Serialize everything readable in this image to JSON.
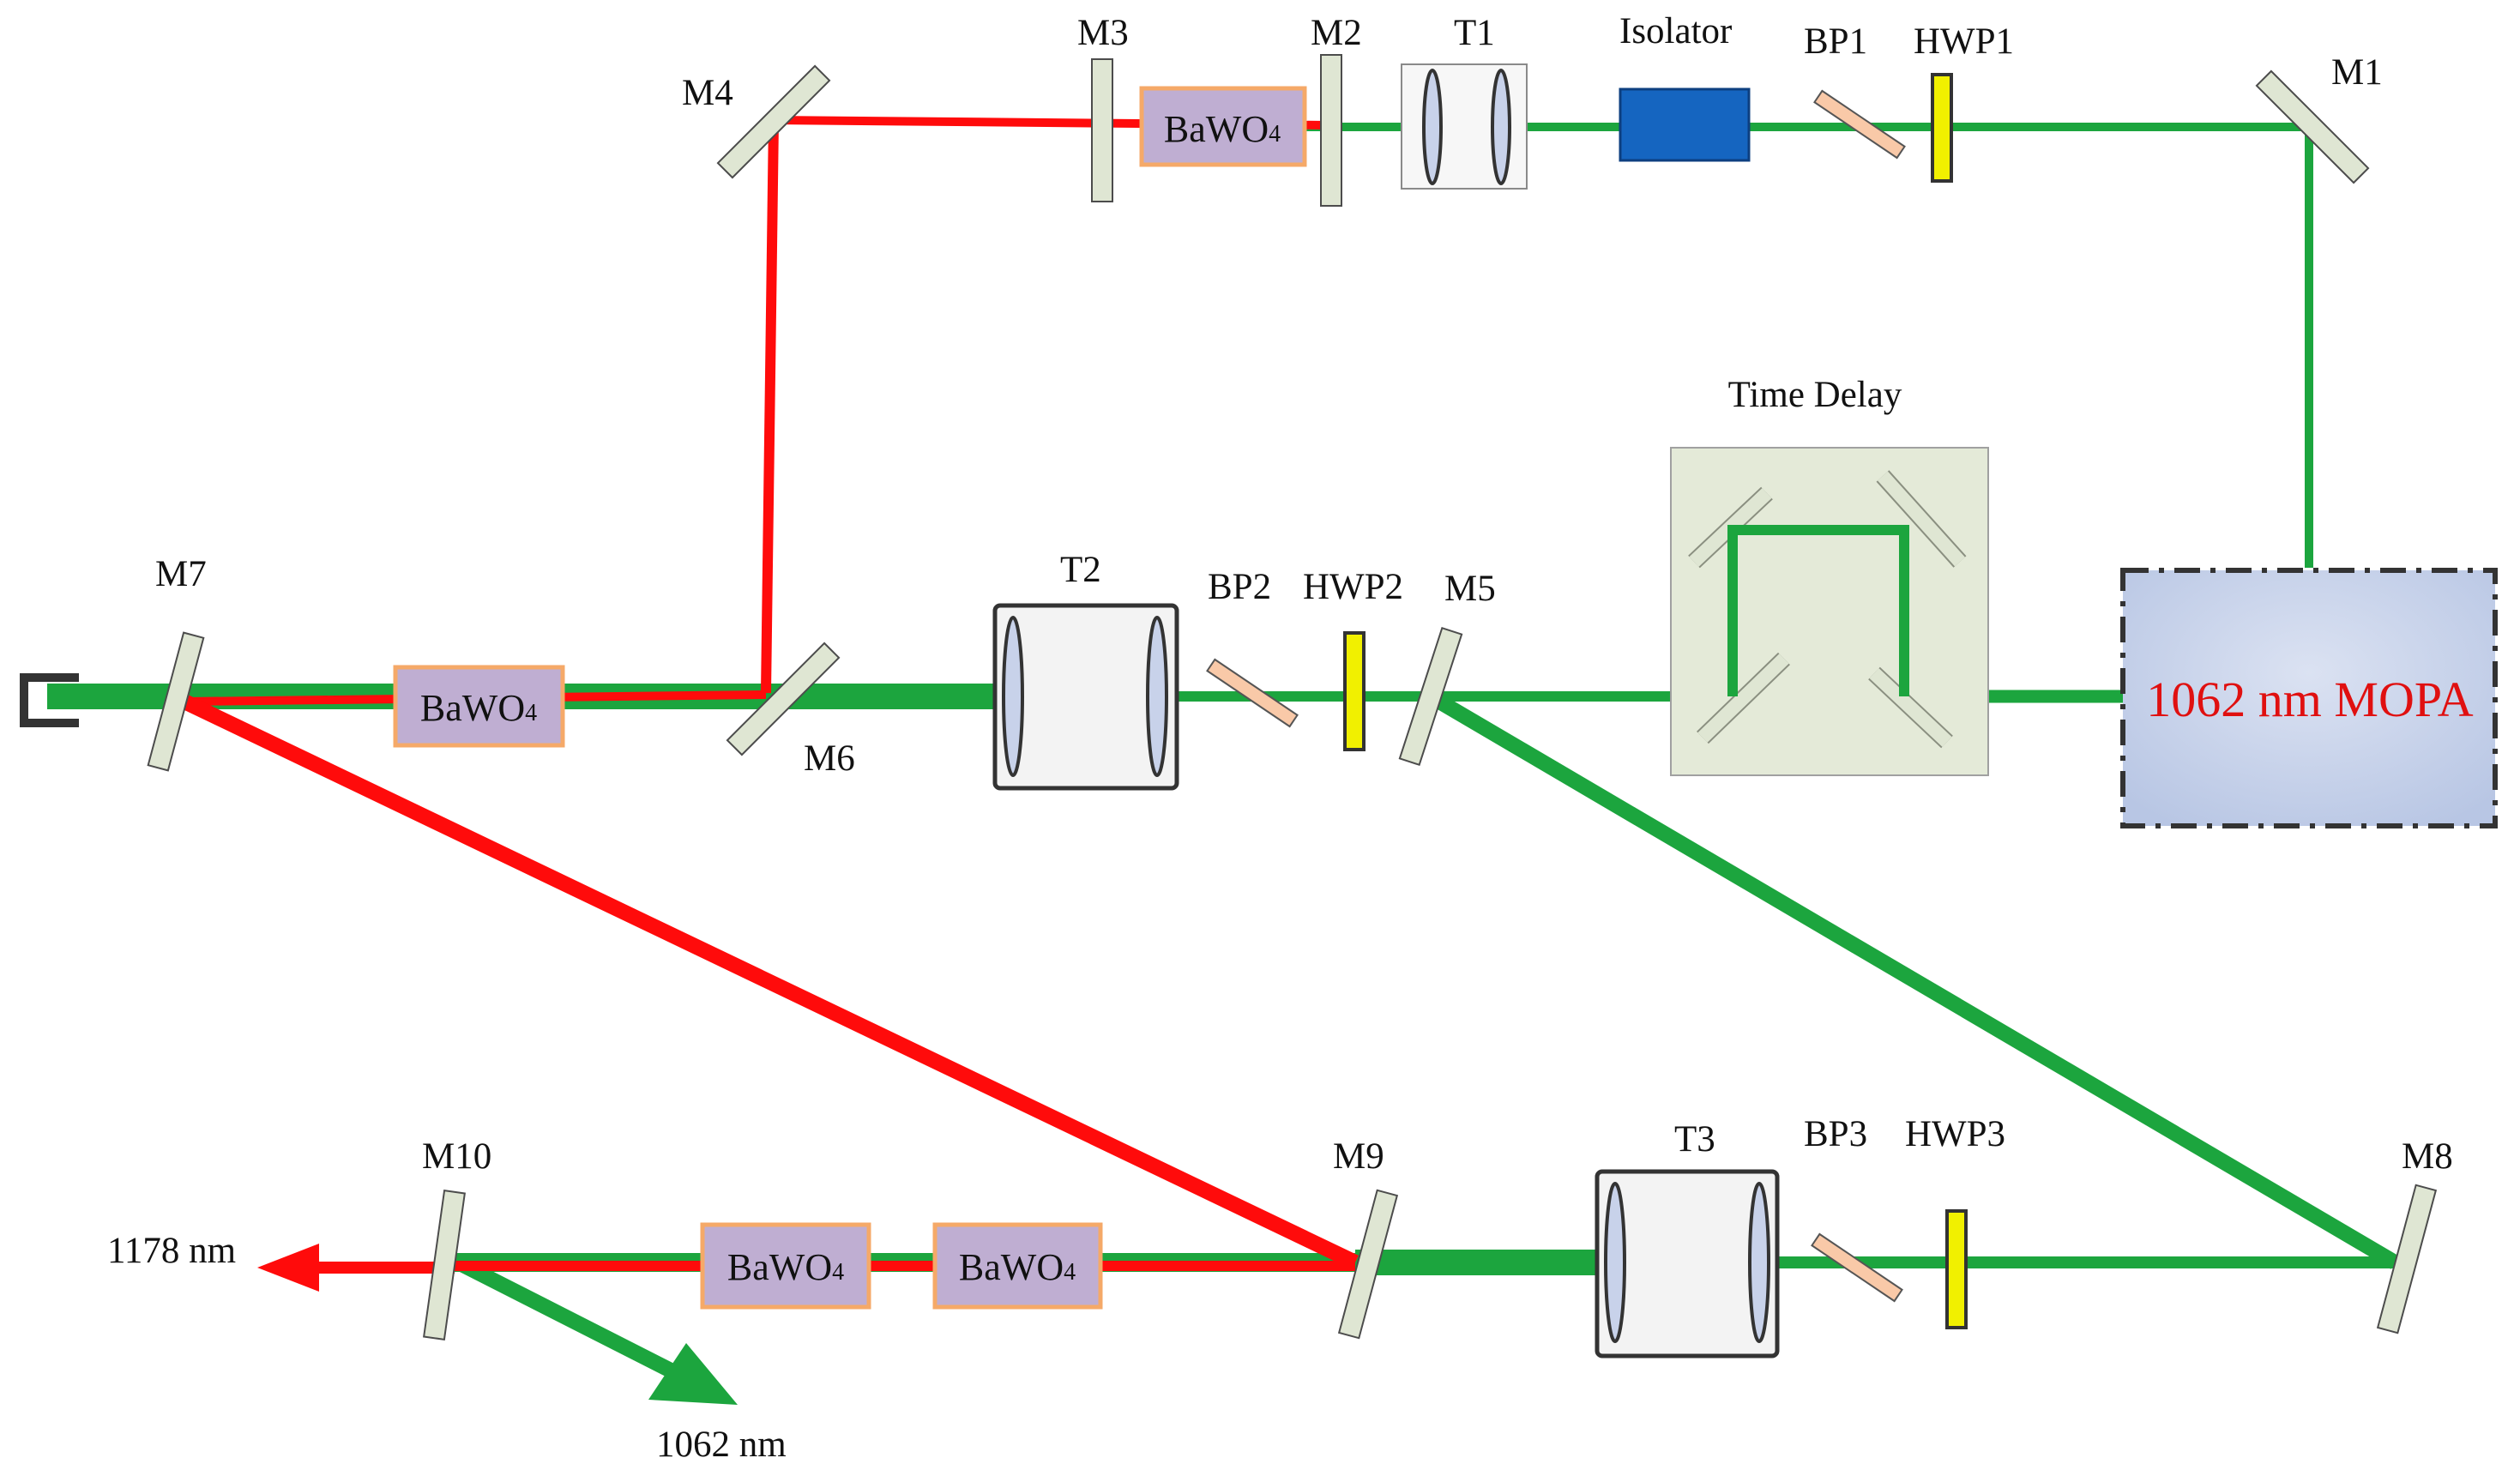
{
  "colors": {
    "pump_beam": "#1ca53e",
    "stokes_beam": "#ff0b0b",
    "mirror": "#dfe6d3",
    "crystal": "#bfaed2",
    "crystal_border": "#f5a968",
    "hwp": "#f1f000",
    "bp": "#f9c9a8",
    "isolator": "#1565c0",
    "mopa_fill": "#c6d1ea",
    "time_delay_box": "#e4ead8",
    "mopa_text": "#e01010"
  },
  "labels": {
    "m1": "M1",
    "m2": "M2",
    "m3": "M3",
    "m4": "M4",
    "m5": "M5",
    "m6": "M6",
    "m7": "M7",
    "m8": "M8",
    "m9": "M9",
    "m10": "M10",
    "t1": "T1",
    "t2": "T2",
    "t3": "T3",
    "isolator": "Isolator",
    "bp1": "BP1",
    "bp2": "BP2",
    "bp3": "BP3",
    "hwp1": "HWP1",
    "hwp2": "HWP2",
    "hwp3": "HWP3",
    "time_delay": "Time Delay",
    "mopa": "1062 nm MOPA",
    "crystal_base": "BaWO",
    "crystal_subscript": "4",
    "out_1178": "1178 nm",
    "out_1062": "1062 nm"
  }
}
